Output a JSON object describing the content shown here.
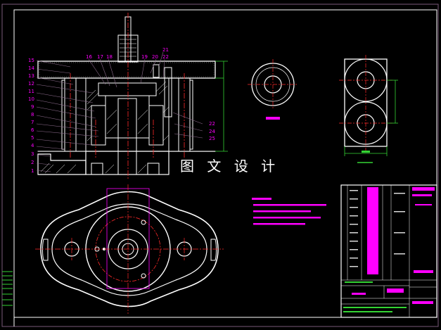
{
  "watermark": "图 文 设 计",
  "part_numbers_left": [
    "15",
    "14",
    "13",
    "12",
    "11",
    "10",
    "9",
    "8",
    "7",
    "6",
    "5",
    "4",
    "3",
    "2",
    "1"
  ],
  "part_numbers_top": [
    "16",
    "17",
    "18",
    "19",
    "20",
    "21",
    "22"
  ],
  "part_numbers_right": [
    "22",
    "24",
    "25"
  ],
  "colors": {
    "background": "#000000",
    "outline": "#ffffff",
    "centerline": "#ff2a2a",
    "dimension": "#34d434",
    "note_text": "#ff00ff",
    "leader": "#8b6b8b"
  }
}
